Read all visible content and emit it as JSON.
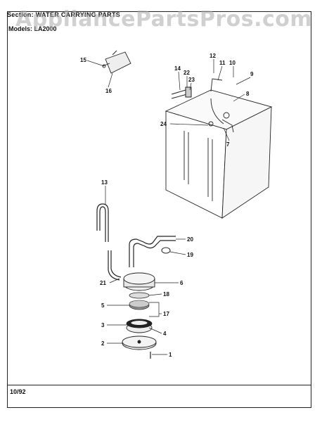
{
  "watermark": "AppliancePartsPros.com",
  "header": {
    "section_label": "Section:",
    "section_value": "WATER CARRYING PARTS",
    "models_label": "Models:",
    "models_value": "LA2000"
  },
  "footer": {
    "date": "10/92"
  },
  "callouts": {
    "c1": "1",
    "c2": "2",
    "c3": "3",
    "c4": "4",
    "c5": "5",
    "c6": "6",
    "c7": "7",
    "c8": "8",
    "c9": "9",
    "c10": "10",
    "c11": "11",
    "c12": "12",
    "c13": "13",
    "c14": "14",
    "c15": "15",
    "c16": "16",
    "c17": "17",
    "c18": "18",
    "c19": "19",
    "c20": "20",
    "c21": "21",
    "c22": "22",
    "c23": "23",
    "c24": "24"
  }
}
